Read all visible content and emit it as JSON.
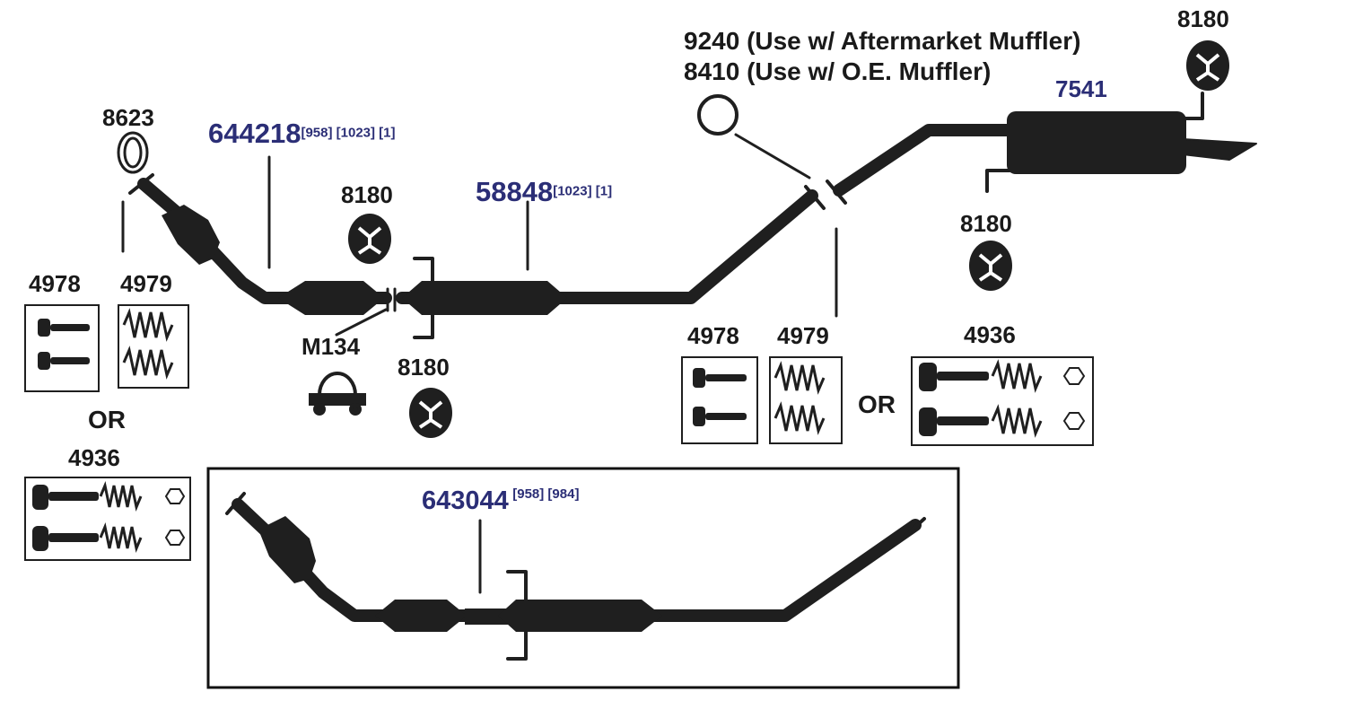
{
  "labels": {
    "gasket_8623": "8623",
    "cat_644218": "644218",
    "cat_644218_refs": "[958] [1023] [1]",
    "hanger_8180_a": "8180",
    "cat_58848": "58848",
    "cat_58848_refs": "[1023] [1]",
    "note_9240": "9240 (Use w/ Aftermarket Muffler)",
    "note_8410": "8410 (Use w/ O.E. Muffler)",
    "hanger_8180_top": "8180",
    "muffler_7541": "7541",
    "hanger_8180_mid": "8180",
    "clamp_m134": "M134",
    "hanger_8180_low": "8180",
    "bolt_4978_left": "4978",
    "spring_4979_left": "4979",
    "or_left": "OR",
    "kit_4936_left": "4936",
    "bolt_4978_right": "4978",
    "spring_4979_right": "4979",
    "or_right": "OR",
    "kit_4936_right": "4936",
    "alt_643044": "643044",
    "alt_643044_refs": "[958] [984]"
  },
  "colors": {
    "pipe": "#1f1f1f",
    "accent_text": "#2b2e76",
    "text": "#1a1a1a",
    "frame": "#111111"
  }
}
